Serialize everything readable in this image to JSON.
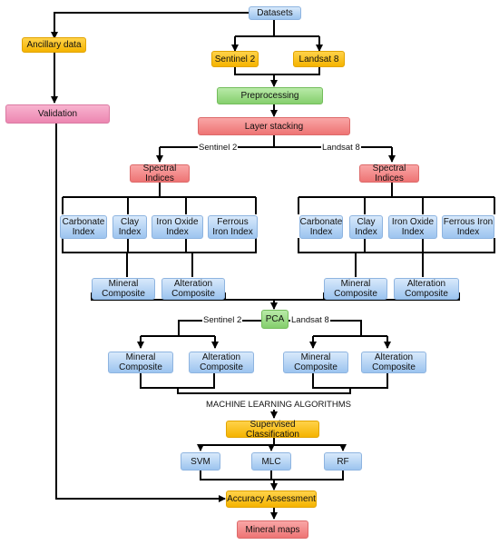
{
  "nodes": {
    "datasets": "Datasets",
    "ancillary": "Ancillary data",
    "sentinel2": "Sentinel 2",
    "landsat8": "Landsat 8",
    "preprocessing": "Preprocessing",
    "validation": "Validation",
    "layer_stacking": "Layer stacking",
    "spectral_left": "Spectral Indices",
    "spectral_right": "Spectral Indices",
    "carbonate_l": "Carbonate Index",
    "clay_l": "Clay Index",
    "ironoxide_l": "Iron Oxide Index",
    "ferrous_l": "Ferrous Iron Index",
    "carbonate_r": "Carbonate Index",
    "clay_r": "Clay Index",
    "ironoxide_r": "Iron Oxide Index",
    "ferrous_r": "Ferrous Iron Index",
    "mineral_l": "Mineral Composite",
    "alteration_l": "Alteration Composite",
    "mineral_r": "Mineral Composite",
    "alteration_r": "Alteration Composite",
    "pca": "PCA",
    "pca_mineral_l": "Mineral Composite",
    "pca_alteration_l": "Alteration Composite",
    "pca_mineral_r": "Mineral Composite",
    "pca_alteration_r": "Alteration Composite",
    "supervised": "Supervised Classification",
    "svm": "SVM",
    "mlc": "MLC",
    "rf": "RF",
    "accuracy": "Accuracy Assessment",
    "mineral_maps": "Mineral maps"
  },
  "labels": {
    "branch_sentinel_1": "Sentinel 2",
    "branch_landsat_1": "Landsat 8",
    "branch_sentinel_2": "Sentinel 2",
    "branch_landsat_2": "Landsat 8",
    "ml_algorithms": "MACHINE LEARNING ALGORITHMS"
  },
  "colors": {
    "blue": "#9cc4ef",
    "orange": "#f5b400",
    "green": "#85cf6d",
    "red": "#ee7474",
    "pink": "#ec86b1",
    "line": "#000000"
  }
}
